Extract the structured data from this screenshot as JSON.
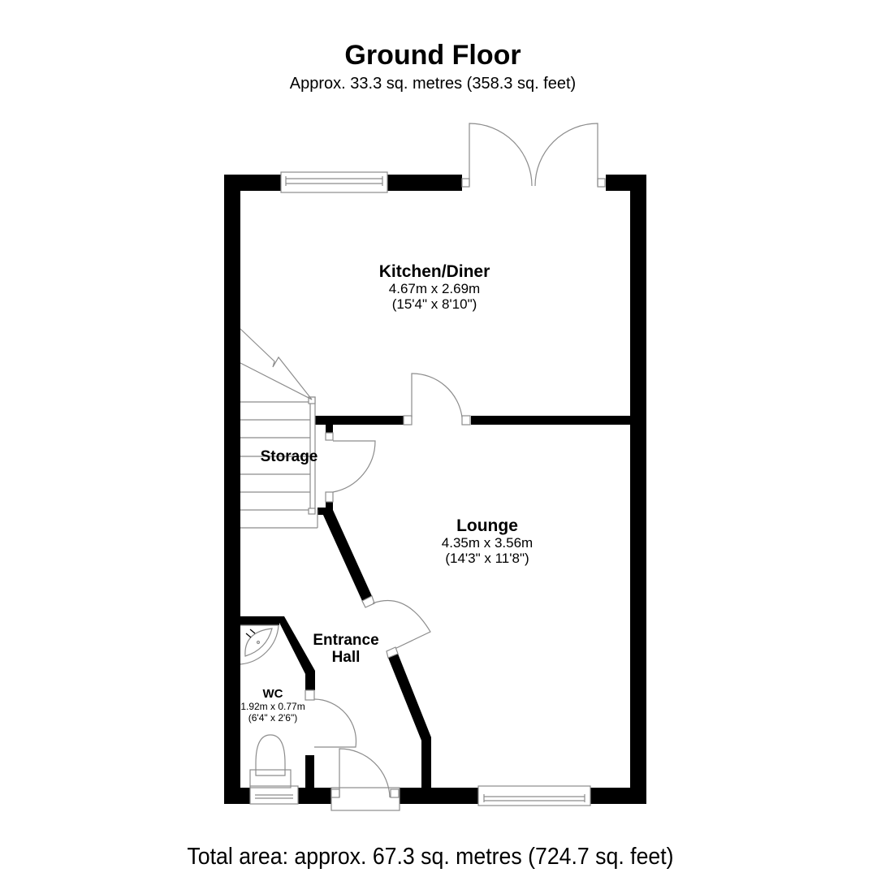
{
  "header": {
    "title": "Ground Floor",
    "subtitle": "Approx. 33.3 sq. metres (358.3 sq. feet)"
  },
  "rooms": {
    "kitchen": {
      "name": "Kitchen/Diner",
      "metric": "4.67m x 2.69m",
      "imperial": "(15'4\" x 8'10\")"
    },
    "storage": {
      "name": "Storage"
    },
    "lounge": {
      "name": "Lounge",
      "metric": "4.35m x 3.56m",
      "imperial": "(14'3\" x 11'8\")"
    },
    "entrance": {
      "name_line1": "Entrance",
      "name_line2": "Hall"
    },
    "wc": {
      "name": "WC",
      "metric": "1.92m x 0.77m",
      "imperial": "(6'4\" x 2'6\")"
    }
  },
  "footer": {
    "total": "Total area: approx. 67.3 sq. metres (724.7 sq. feet)"
  },
  "colors": {
    "wall": "#000000",
    "fixture_line": "#8c8c8c",
    "background": "#ffffff"
  }
}
